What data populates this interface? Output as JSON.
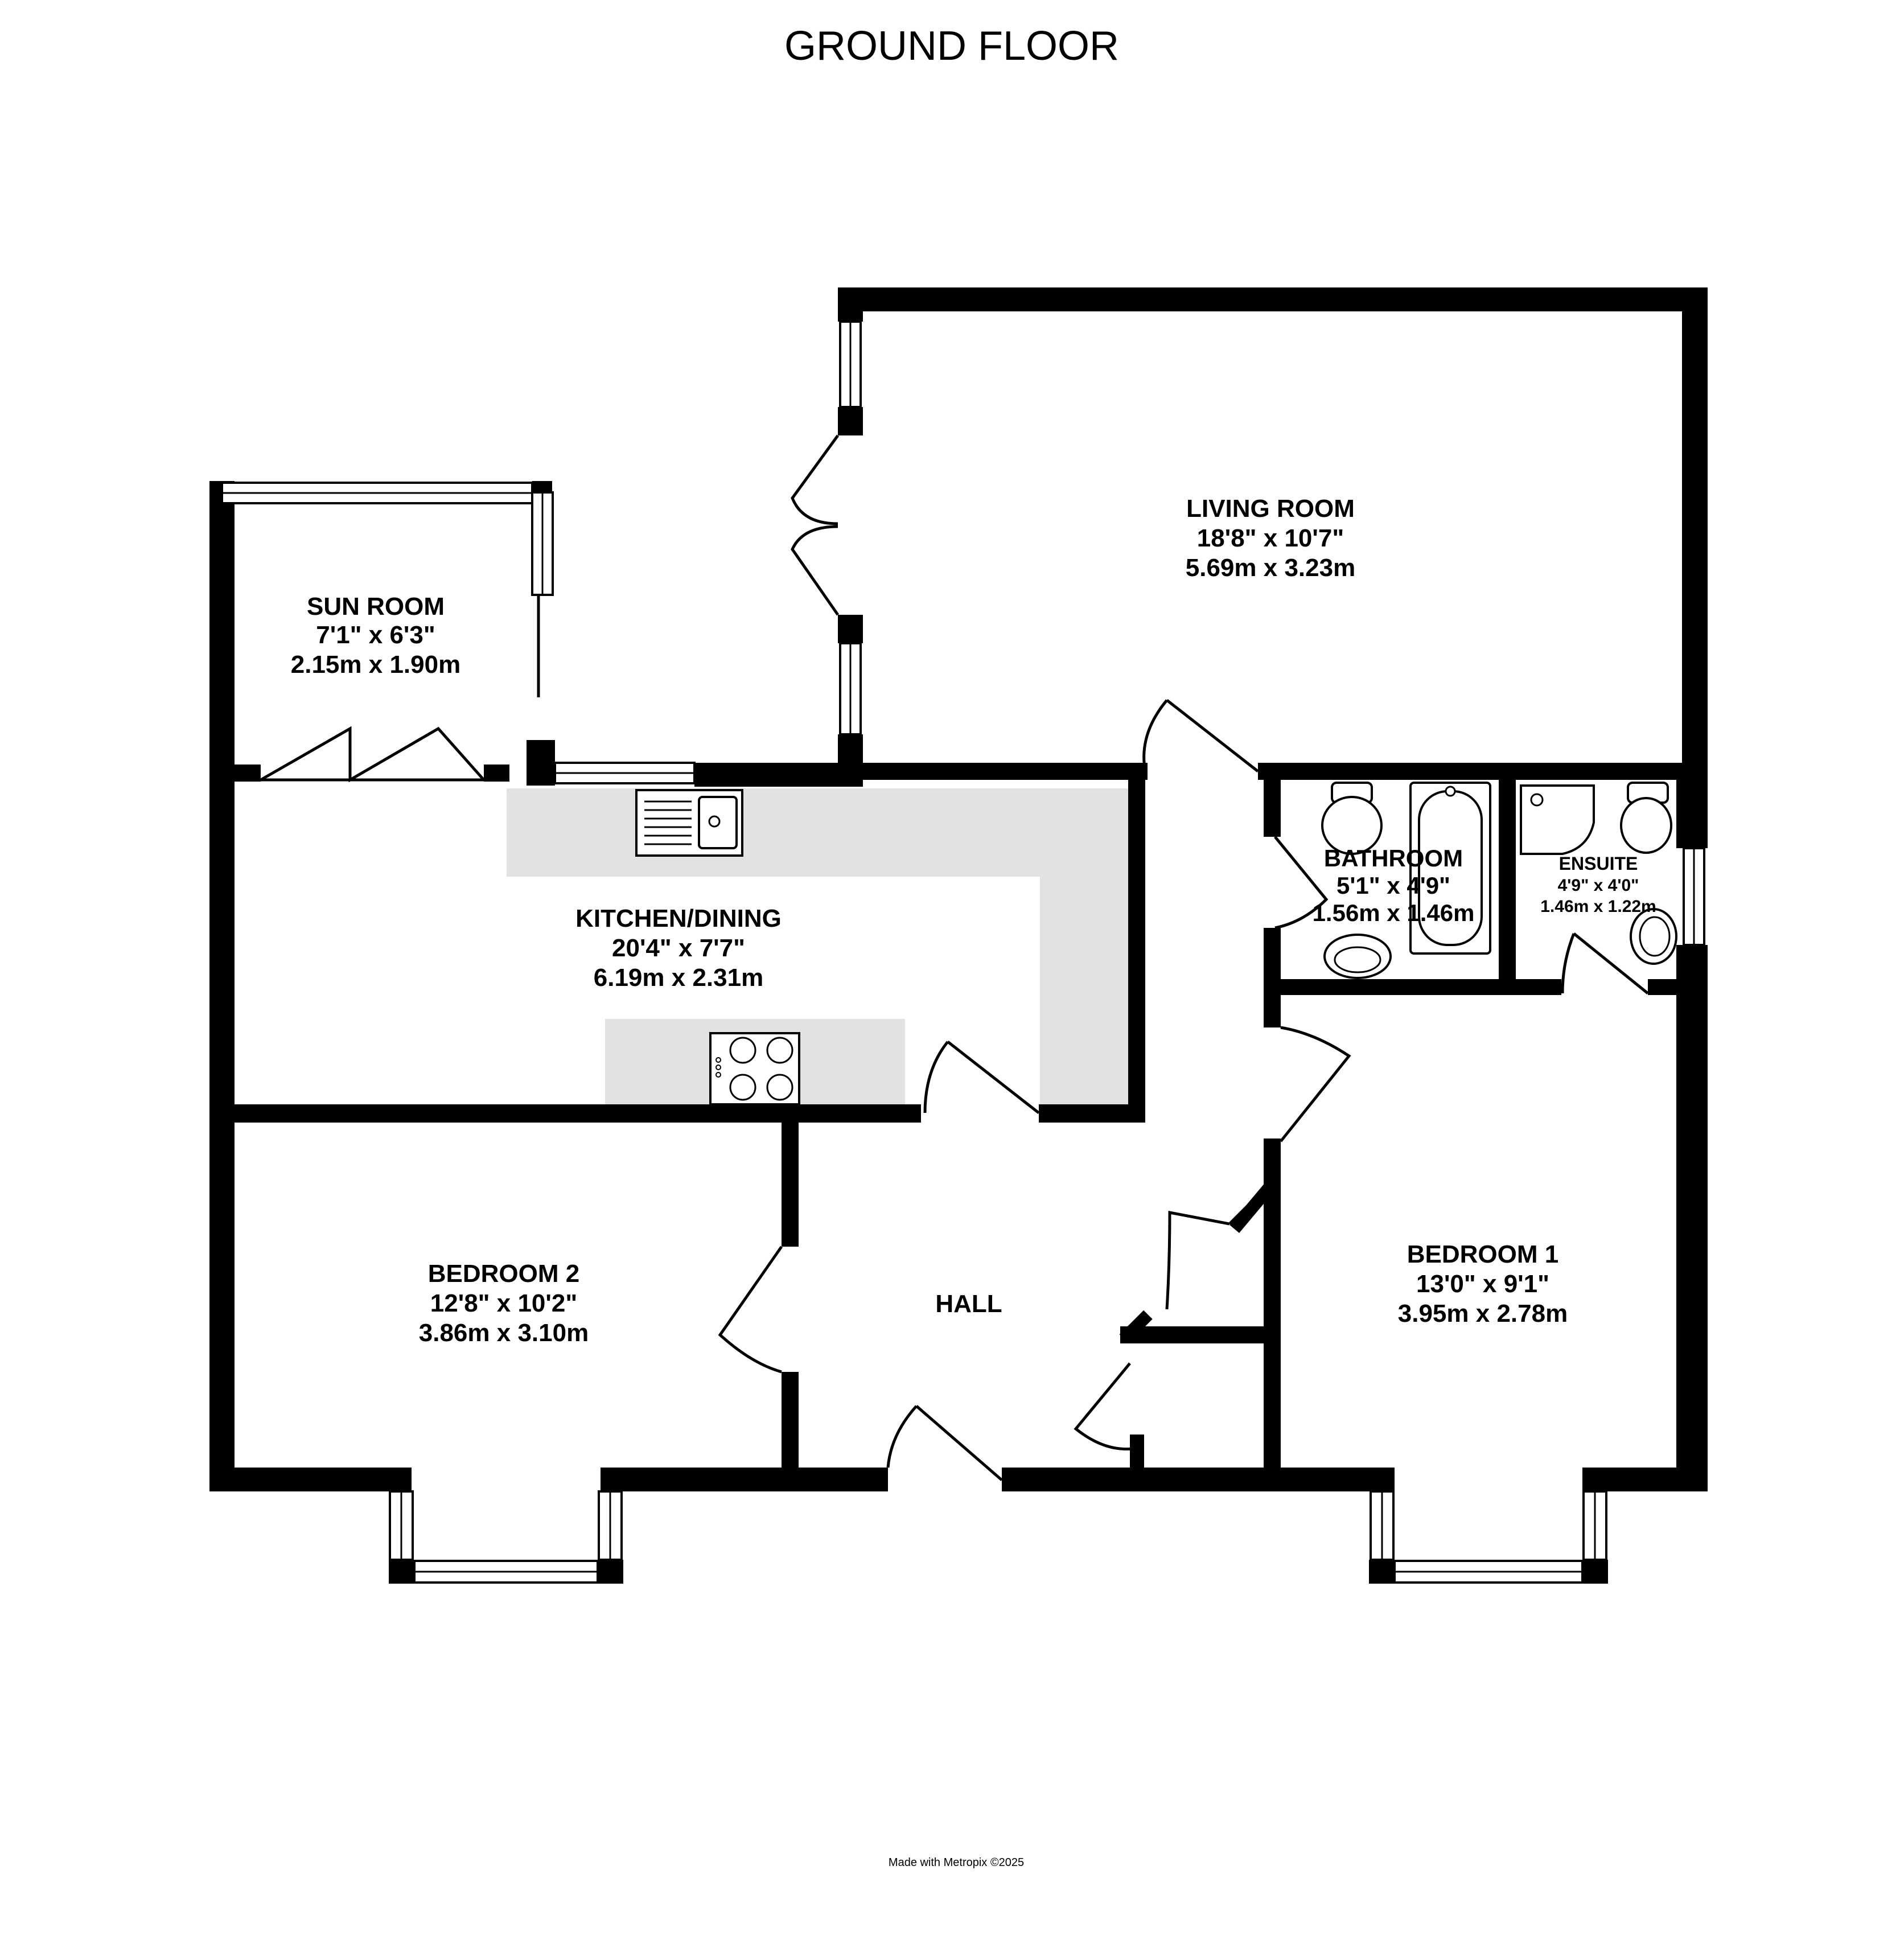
{
  "title": "GROUND FLOOR",
  "footer": "Made with Metropix ©2025",
  "rooms": {
    "living_room": {
      "name": "LIVING ROOM",
      "imperial": "18'8\"  x 10'7\"",
      "metric": "5.69m  x 3.23m"
    },
    "sun_room": {
      "name": "SUN ROOM",
      "imperial": "7'1\"  x 6'3\"",
      "metric": "2.15m  x 1.90m"
    },
    "kitchen": {
      "name": "KITCHEN/DINING",
      "imperial": "20'4\"  x 7'7\"",
      "metric": "6.19m  x 2.31m"
    },
    "bathroom": {
      "name": "BATHROOM",
      "imperial": "5'1\"  x 4'9\"",
      "metric": "1.56m  x 1.46m"
    },
    "ensuite": {
      "name": "ENSUITE",
      "imperial": "4'9\"  x 4'0\"",
      "metric": "1.46m  x 1.22m"
    },
    "bedroom2": {
      "name": "BEDROOM 2",
      "imperial": "12'8\"  x 10'2\"",
      "metric": "3.86m  x 3.10m"
    },
    "hall": {
      "name": "HALL"
    },
    "bedroom1": {
      "name": "BEDROOM 1",
      "imperial": "13'0\"  x 9'1\"",
      "metric": "3.95m  x 2.78m"
    }
  }
}
